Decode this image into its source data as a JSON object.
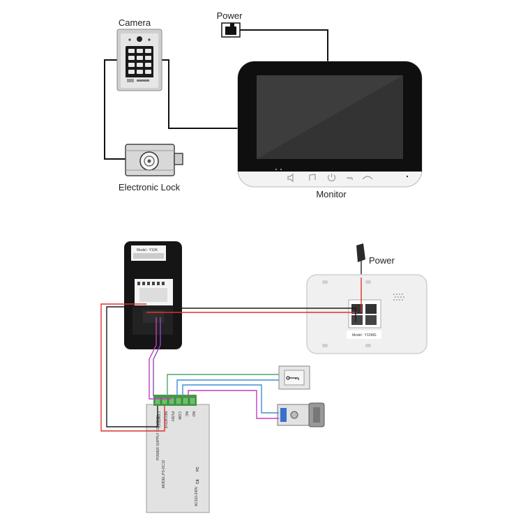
{
  "top_diagram": {
    "camera_label": "Camera",
    "power_label": "Power",
    "lock_label": "Electronic Lock",
    "monitor_label": "Monitor"
  },
  "bottom_diagram": {
    "power_label": "Power",
    "camera_model": "Model : Y10K",
    "monitor_model": "Model : Y10MG",
    "psu_title": "POWER SUPPLY CONTROL",
    "psu_model": "MODEL:PS-DC12",
    "psu_input": "AC110-240V",
    "psu_fc": "FC",
    "psu_ce": "CE",
    "psu_terminals": [
      "CONTROL",
      "NEGATIVE",
      "PUSH",
      "COM",
      "NC",
      "NO"
    ]
  },
  "colors": {
    "wire_black": "#1a1a1a",
    "wire_red": "#e03030",
    "wire_green": "#4aa86a",
    "wire_blue": "#3c8fd6",
    "wire_magenta": "#c43cc4",
    "wire_purple": "#8a4ab8",
    "monitor_bezel": "#111111",
    "monitor_white": "#f2f2f2",
    "lock_accent": "#3a6fd0"
  }
}
